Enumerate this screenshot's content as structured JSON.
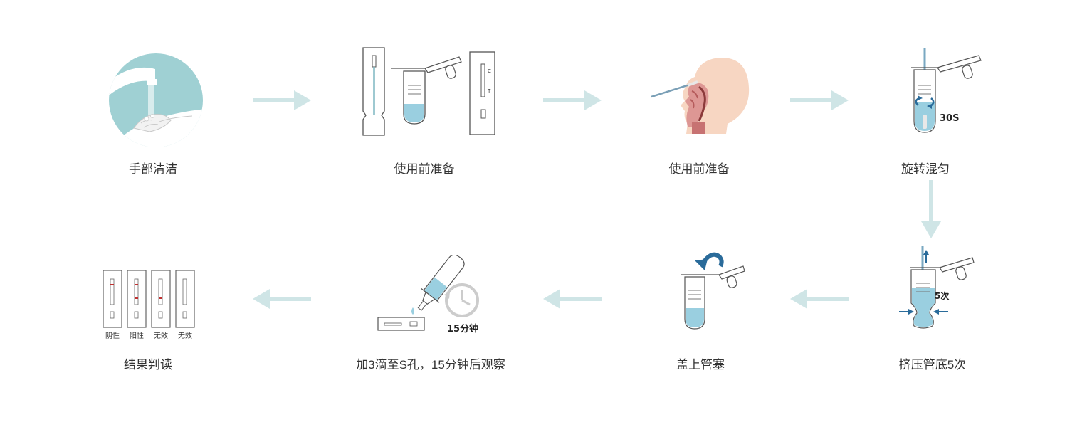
{
  "colors": {
    "accent_teal": "#9fd0d3",
    "liquid_blue": "#9acfe0",
    "arrow_light": "#cfe5e6",
    "dark_blue_arrow": "#2a6b9a",
    "line_gray": "#666666",
    "control_red": "#c03030",
    "skin": "#f7d6c2",
    "label_text": "#333333"
  },
  "steps": [
    {
      "label": "手部清洁",
      "icon": "hand-washing-icon"
    },
    {
      "label": "使用前准备",
      "icon": "test-kit-components-icon"
    },
    {
      "label": "使用前准备",
      "icon": "nasal-swab-icon"
    },
    {
      "label": "旋转混匀",
      "icon": "rotate-mix-tube-icon",
      "annotation": "30S"
    },
    {
      "label": "挤压管底5次",
      "icon": "squeeze-tube-icon",
      "annotation": "5次"
    },
    {
      "label": "盖上管塞",
      "icon": "cap-tube-icon"
    },
    {
      "label": "加3滴至S孔，15分钟后观察",
      "icon": "add-drops-timer-icon",
      "annotation": "15分钟"
    },
    {
      "label": "结果判读",
      "icon": "result-cards-icon"
    }
  ],
  "kit": {
    "control_mark": "C",
    "test_mark": "T"
  },
  "results": [
    {
      "label": "阴性"
    },
    {
      "label": "阳性"
    },
    {
      "label": "无效"
    },
    {
      "label": "无效"
    }
  ]
}
